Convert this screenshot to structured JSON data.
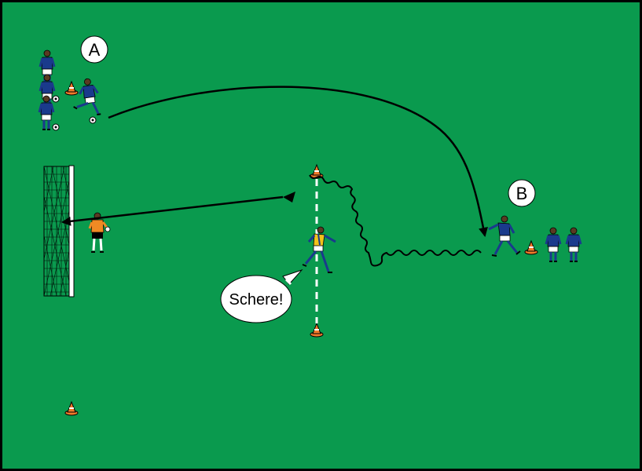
{
  "labels": {
    "group_a": "A",
    "group_b": "B"
  },
  "speech_bubble": {
    "text": "Schere!"
  },
  "colors": {
    "pitch": "#0a9a4e",
    "border": "#000000",
    "attacker_shirt": "#1a3a8c",
    "defender_shirt": "#f2c21a",
    "keeper_shirt": "#f08a24",
    "cone": "#f07a2a",
    "line": "#ffffff"
  }
}
